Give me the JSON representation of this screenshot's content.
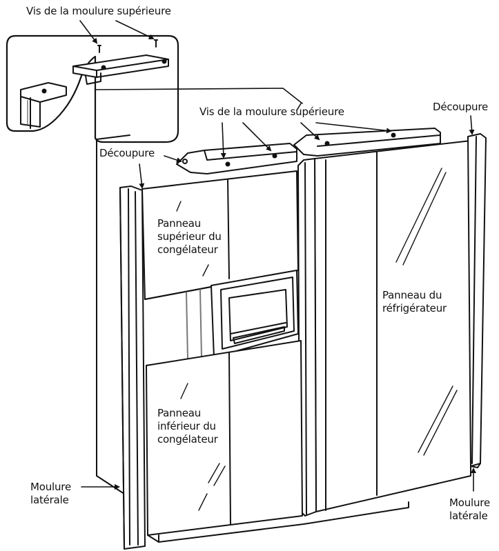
{
  "labels": {
    "inset_screws": "Vis de la moulure supérieure",
    "top_screws": "Vis de la moulure supérieure",
    "cutout_left": "Découpure",
    "cutout_right": "Découpure",
    "freezer_upper": [
      "Panneau",
      "supérieur du",
      "congélateur"
    ],
    "freezer_lower": [
      "Panneau",
      "inférieur du",
      "congélateur"
    ],
    "fridge_panel": [
      "Panneau du",
      "réfrigérateur"
    ],
    "side_trim_left": [
      "Moulure",
      "latérale"
    ],
    "side_trim_right": [
      "Moulure",
      "latérale"
    ]
  },
  "colors": {
    "line": "#111111",
    "paper": "#ffffff",
    "shade": "#e9e9e9"
  }
}
